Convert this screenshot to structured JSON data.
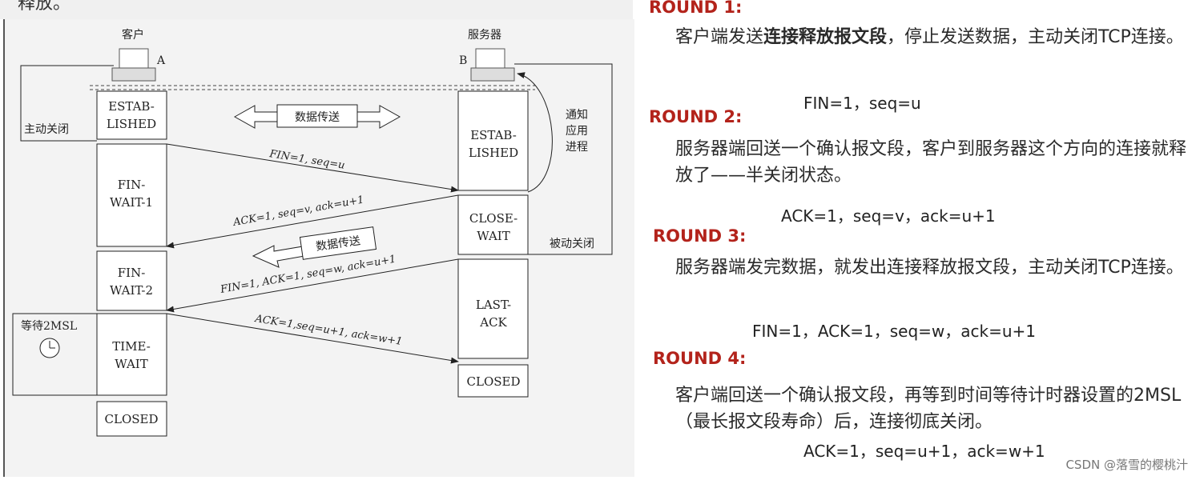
{
  "top_fragment": "释放。",
  "diagram": {
    "client_label": "客户",
    "server_label": "服务器",
    "host_a": "A",
    "host_b": "B",
    "client_states": [
      "ESTAB-",
      "LISHED",
      "FIN-",
      "WAIT-1",
      "FIN-",
      "WAIT-2",
      "TIME-",
      "WAIT",
      "CLOSED"
    ],
    "server_states": [
      "ESTAB-",
      "LISHED",
      "CLOSE-",
      "WAIT",
      "LAST-",
      "ACK",
      "CLOSED"
    ],
    "active_close": "主动关闭",
    "passive_close": "被动关闭",
    "notify_app": [
      "通知",
      "应用",
      "进程"
    ],
    "data_transfer_1": "数据传送",
    "data_transfer_2": "数据传送",
    "wait_2msl": "等待2MSL",
    "msg1": "FIN=1, seq=u",
    "msg2": "ACK=1, seq=v, ack=u+1",
    "msg3": "FIN=1, ACK=1, seq=w, ack=u+1",
    "msg4": "ACK=1,seq=u+1, ack=w+1"
  },
  "rounds": [
    {
      "title": "ROUND 1:",
      "text_pre": "客户端发送",
      "text_bold": "连接释放报文段",
      "text_post": "，停止发送数据，主动关闭TCP连接。",
      "code": "FIN=1，seq=u"
    },
    {
      "title": "ROUND 2:",
      "text": "服务器端回送一个确认报文段，客户到服务器这个方向的连接就释放了——半关闭状态。",
      "code": "ACK=1，seq=v，ack=u+1"
    },
    {
      "title": "ROUND 3:",
      "text": "服务器端发完数据，就发出连接释放报文段，主动关闭TCP连接。",
      "code": "FIN=1，ACK=1，seq=w，ack=u+1"
    },
    {
      "title": "ROUND 4:",
      "text": "客户端回送一个确认报文段，再等到时间等待计时器设置的2MSL（最长报文段寿命）后，连接彻底关闭。",
      "code": "ACK=1，seq=u+1，ack=w+1"
    }
  ],
  "watermark": "CSDN @落雪的樱桃汁",
  "colors": {
    "round_title": "#b3231b",
    "text": "#2a2a2a",
    "diagram_bg": "#f3f3f3"
  }
}
